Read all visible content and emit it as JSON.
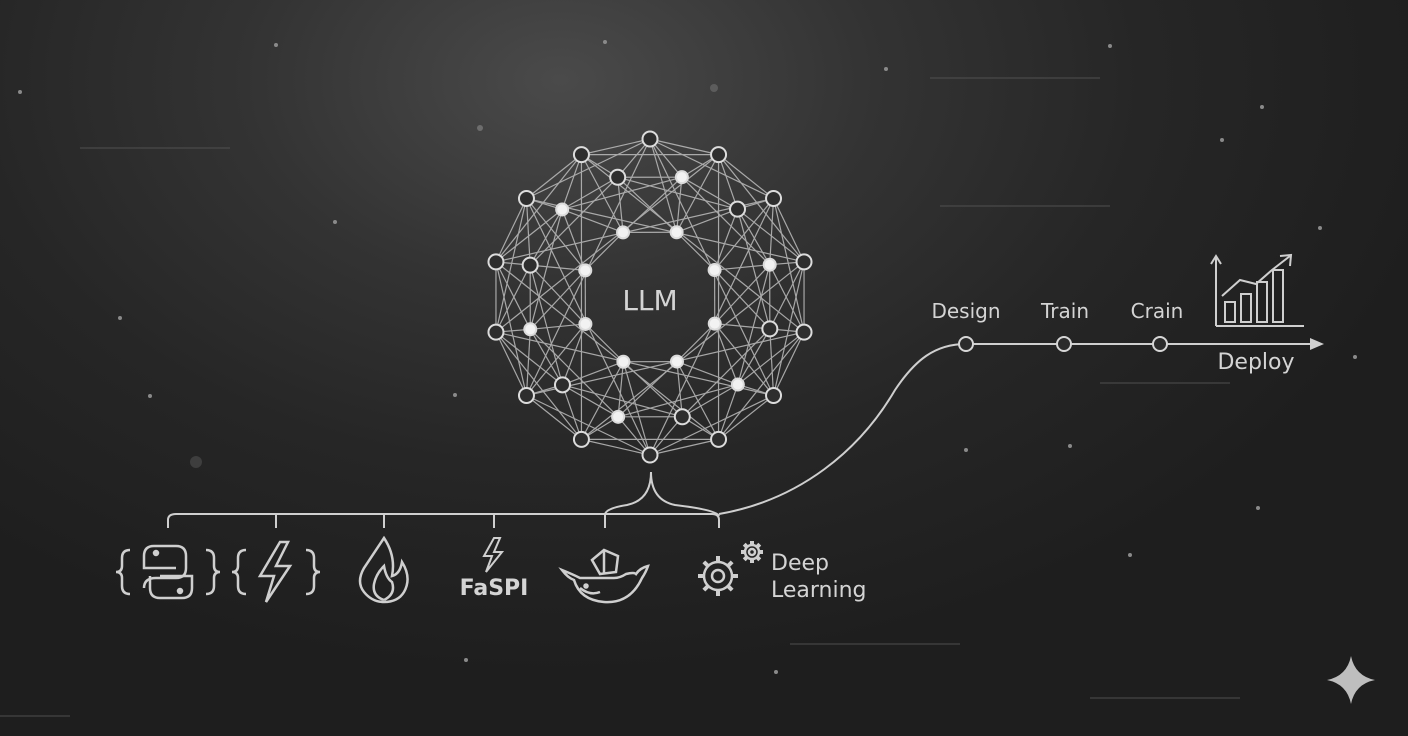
{
  "center": {
    "label": "LLM"
  },
  "pipeline": {
    "stages": [
      {
        "label": "Design"
      },
      {
        "label": "Train"
      },
      {
        "label": "Crain"
      }
    ],
    "end_label": "Deploy"
  },
  "tools": [
    {
      "icon": "python-braces-icon"
    },
    {
      "icon": "lightning-braces-icon"
    },
    {
      "icon": "flame-icon"
    },
    {
      "icon": "lightning-icon",
      "label": "FaSPI"
    },
    {
      "icon": "whale-icon"
    },
    {
      "icon": "gears-icon",
      "label_line1": "Deep",
      "label_line2": "Learning"
    }
  ],
  "colors": {
    "line": "#cfcfcf",
    "background": "#262626",
    "node": "#ffffff"
  }
}
